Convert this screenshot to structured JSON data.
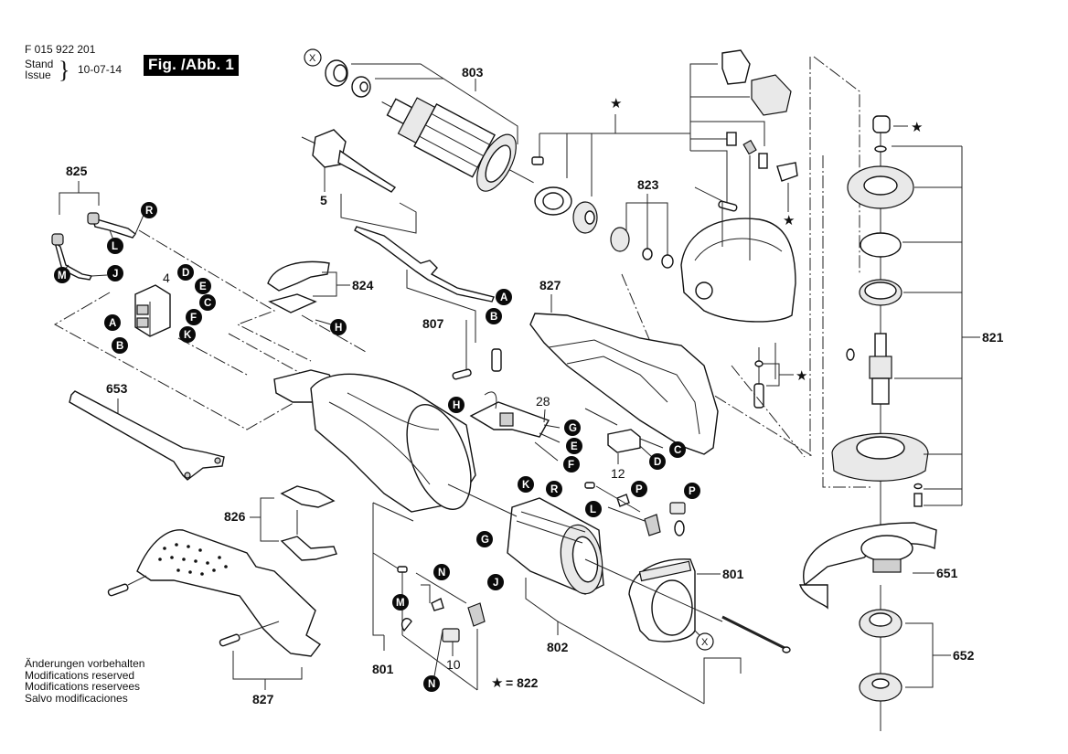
{
  "header": {
    "part_number": "F 015 922 201",
    "stand_label": "Stand",
    "issue_label": "Issue",
    "date": "10-07-14",
    "figure_label": "Fig. /Abb. 1"
  },
  "footer_note": {
    "lines": [
      "Änderungen vorbehalten",
      "Modifications reserved",
      "Modifications reservees",
      "Salvo modificaciones"
    ]
  },
  "legend": {
    "star_symbol": "★",
    "star_equals": "= 822"
  },
  "part_labels": {
    "p803": "803",
    "p825": "825",
    "p5": "5",
    "p4": "4",
    "p824": "824",
    "p807": "807",
    "p827_top": "827",
    "p28": "28",
    "p12": "12",
    "p653": "653",
    "p826": "826",
    "p827_bottom": "827",
    "p801_bottom": "801",
    "p10": "10",
    "p802": "802",
    "p801_right": "801",
    "p823": "823",
    "p821": "821",
    "p651": "651",
    "p652": "652"
  },
  "connector_letters": {
    "x_top": "X",
    "x_bottom": "X",
    "r_825": "R",
    "l_825": "L",
    "m_825": "M",
    "j_825": "J",
    "d_sw": "D",
    "e_sw": "E",
    "c_sw": "C",
    "f_sw": "F",
    "k_sw": "K",
    "a_sw": "A",
    "b_sw": "B",
    "h_824": "H",
    "a_cord": "A",
    "b_cord": "B",
    "h_28": "H",
    "g_28": "G",
    "e_28": "E",
    "f_28": "F",
    "c_12": "C",
    "d_12": "D",
    "k_stator": "K",
    "r_stator": "R",
    "g_stator": "G",
    "j_stator": "J",
    "p_1": "P",
    "p_2": "P",
    "l_brush": "L",
    "n_top": "N",
    "m_brush": "M",
    "n_bottom": "N"
  },
  "star_marks": {
    "top": "★",
    "cap": "★",
    "clip": "★",
    "lock": "★"
  }
}
